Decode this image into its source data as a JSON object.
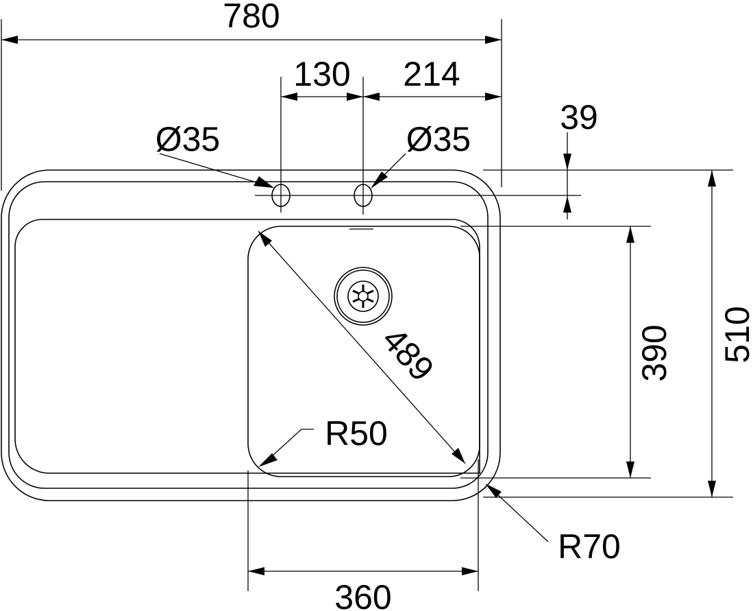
{
  "drawing": {
    "title": "Sink technical drawing",
    "colors": {
      "line": "#000000",
      "background": "#ffffff"
    },
    "dimensions": {
      "overall_width": "780",
      "tap_hole_spacing": "130",
      "tap_hole_to_edge": "214",
      "tap_hole_left_diameter": "Ø35",
      "tap_hole_right_diameter": "Ø35",
      "tap_hole_offset": "39",
      "bowl_diagonal": "489",
      "bowl_depth": "390",
      "overall_depth": "510",
      "bowl_corner_radius": "R50",
      "outer_corner_radius": "R70",
      "bowl_width": "360"
    },
    "features": [
      "drainer",
      "bowl",
      "waste-outlet",
      "tap-hole-left",
      "tap-hole-right"
    ]
  }
}
